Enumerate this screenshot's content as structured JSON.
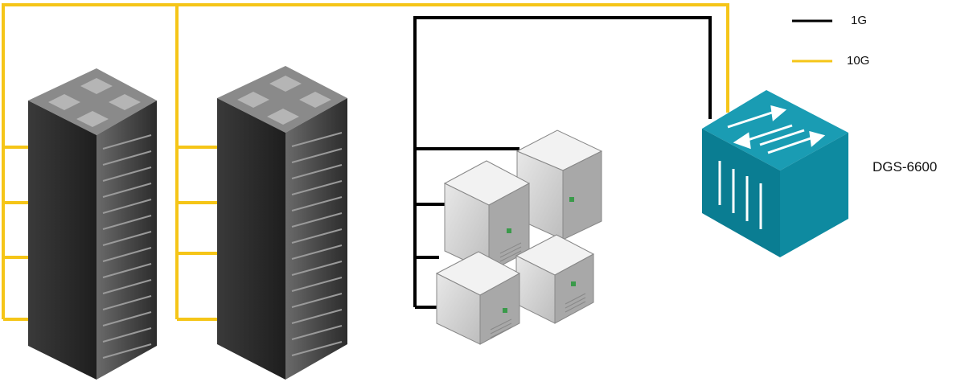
{
  "legend": {
    "items": [
      {
        "label": "1G",
        "color": "#000000"
      },
      {
        "label": "10G",
        "color": "#f5c518"
      }
    ]
  },
  "devices": {
    "switch": {
      "label": "DGS-6600",
      "icon": "network-switch-icon",
      "color": "#0e8aa0"
    },
    "racks": [
      {
        "icon": "server-rack-icon"
      },
      {
        "icon": "server-rack-icon"
      }
    ],
    "servers": [
      {
        "icon": "tower-server-icon"
      },
      {
        "icon": "tower-server-icon"
      },
      {
        "icon": "tower-server-icon"
      },
      {
        "icon": "tower-server-icon"
      }
    ]
  },
  "colors": {
    "link_10g": "#f5c518",
    "link_1g": "#000000"
  }
}
